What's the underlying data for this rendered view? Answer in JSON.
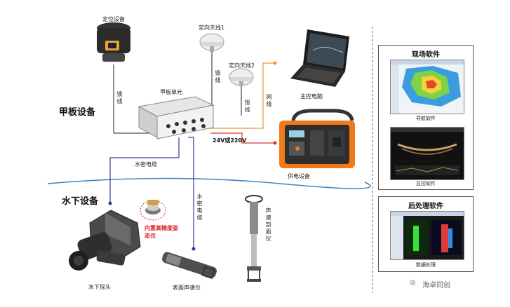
{
  "sections": {
    "deck": "甲板设备",
    "underwater": "水下设备"
  },
  "devices": {
    "positioning": "定位设备",
    "antenna1": "定向天线1",
    "antenna2": "定向天线2",
    "deck_unit": "甲板单元",
    "host_pc": "主控电脑",
    "power": "供电设备",
    "probe": "水下探头",
    "surface_sv": "表面声速仪",
    "profile_sv": "声速剖面仪",
    "imu": "内置高精度姿态仪"
  },
  "connections": {
    "feeder_a": "馈线",
    "feeder_b": "馈线",
    "feeder_c": "馈线",
    "network": "网线",
    "power_spec": "24V或220V",
    "cable_h": "水密电缆",
    "cable_v": "水密电缆"
  },
  "software": {
    "field_title": "现场软件",
    "nav_caption": "导航软件",
    "display_caption": "显控软件",
    "post_title": "后处理软件",
    "data_caption": "数据处理"
  },
  "watermark": "海卓同创",
  "colors": {
    "water_line": "#3a85c8",
    "cable_blue": "#2a3a9a",
    "net_orange": "#f0932b",
    "power_red": "#d9342b",
    "imu_red": "#d9202a",
    "accent_orange": "#f07a1a"
  }
}
